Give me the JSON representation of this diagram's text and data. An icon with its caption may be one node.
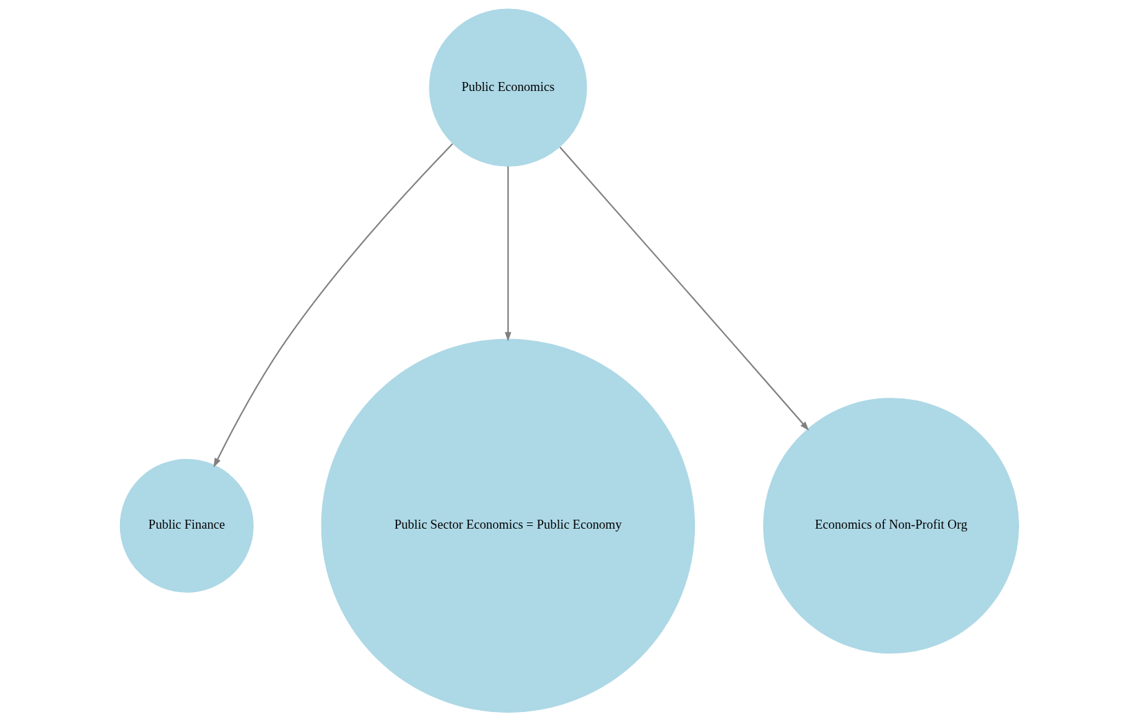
{
  "diagram": {
    "nodes": [
      {
        "text": [
          "Public Economics"
        ]
      },
      {
        "text": [
          "Public Finance"
        ]
      },
      {
        "text": [
          "Public Sector Economics = Public Economy"
        ]
      },
      {
        "text": [
          "Economics of Non-Profit Org"
        ]
      }
    ],
    "edges": [
      {
        "from": 0,
        "to": 1,
        "arrow": "to"
      },
      {
        "from": 0,
        "to": 2,
        "arrow": "to"
      },
      {
        "from": 0,
        "to": 3,
        "arrow": "to"
      }
    ]
  }
}
